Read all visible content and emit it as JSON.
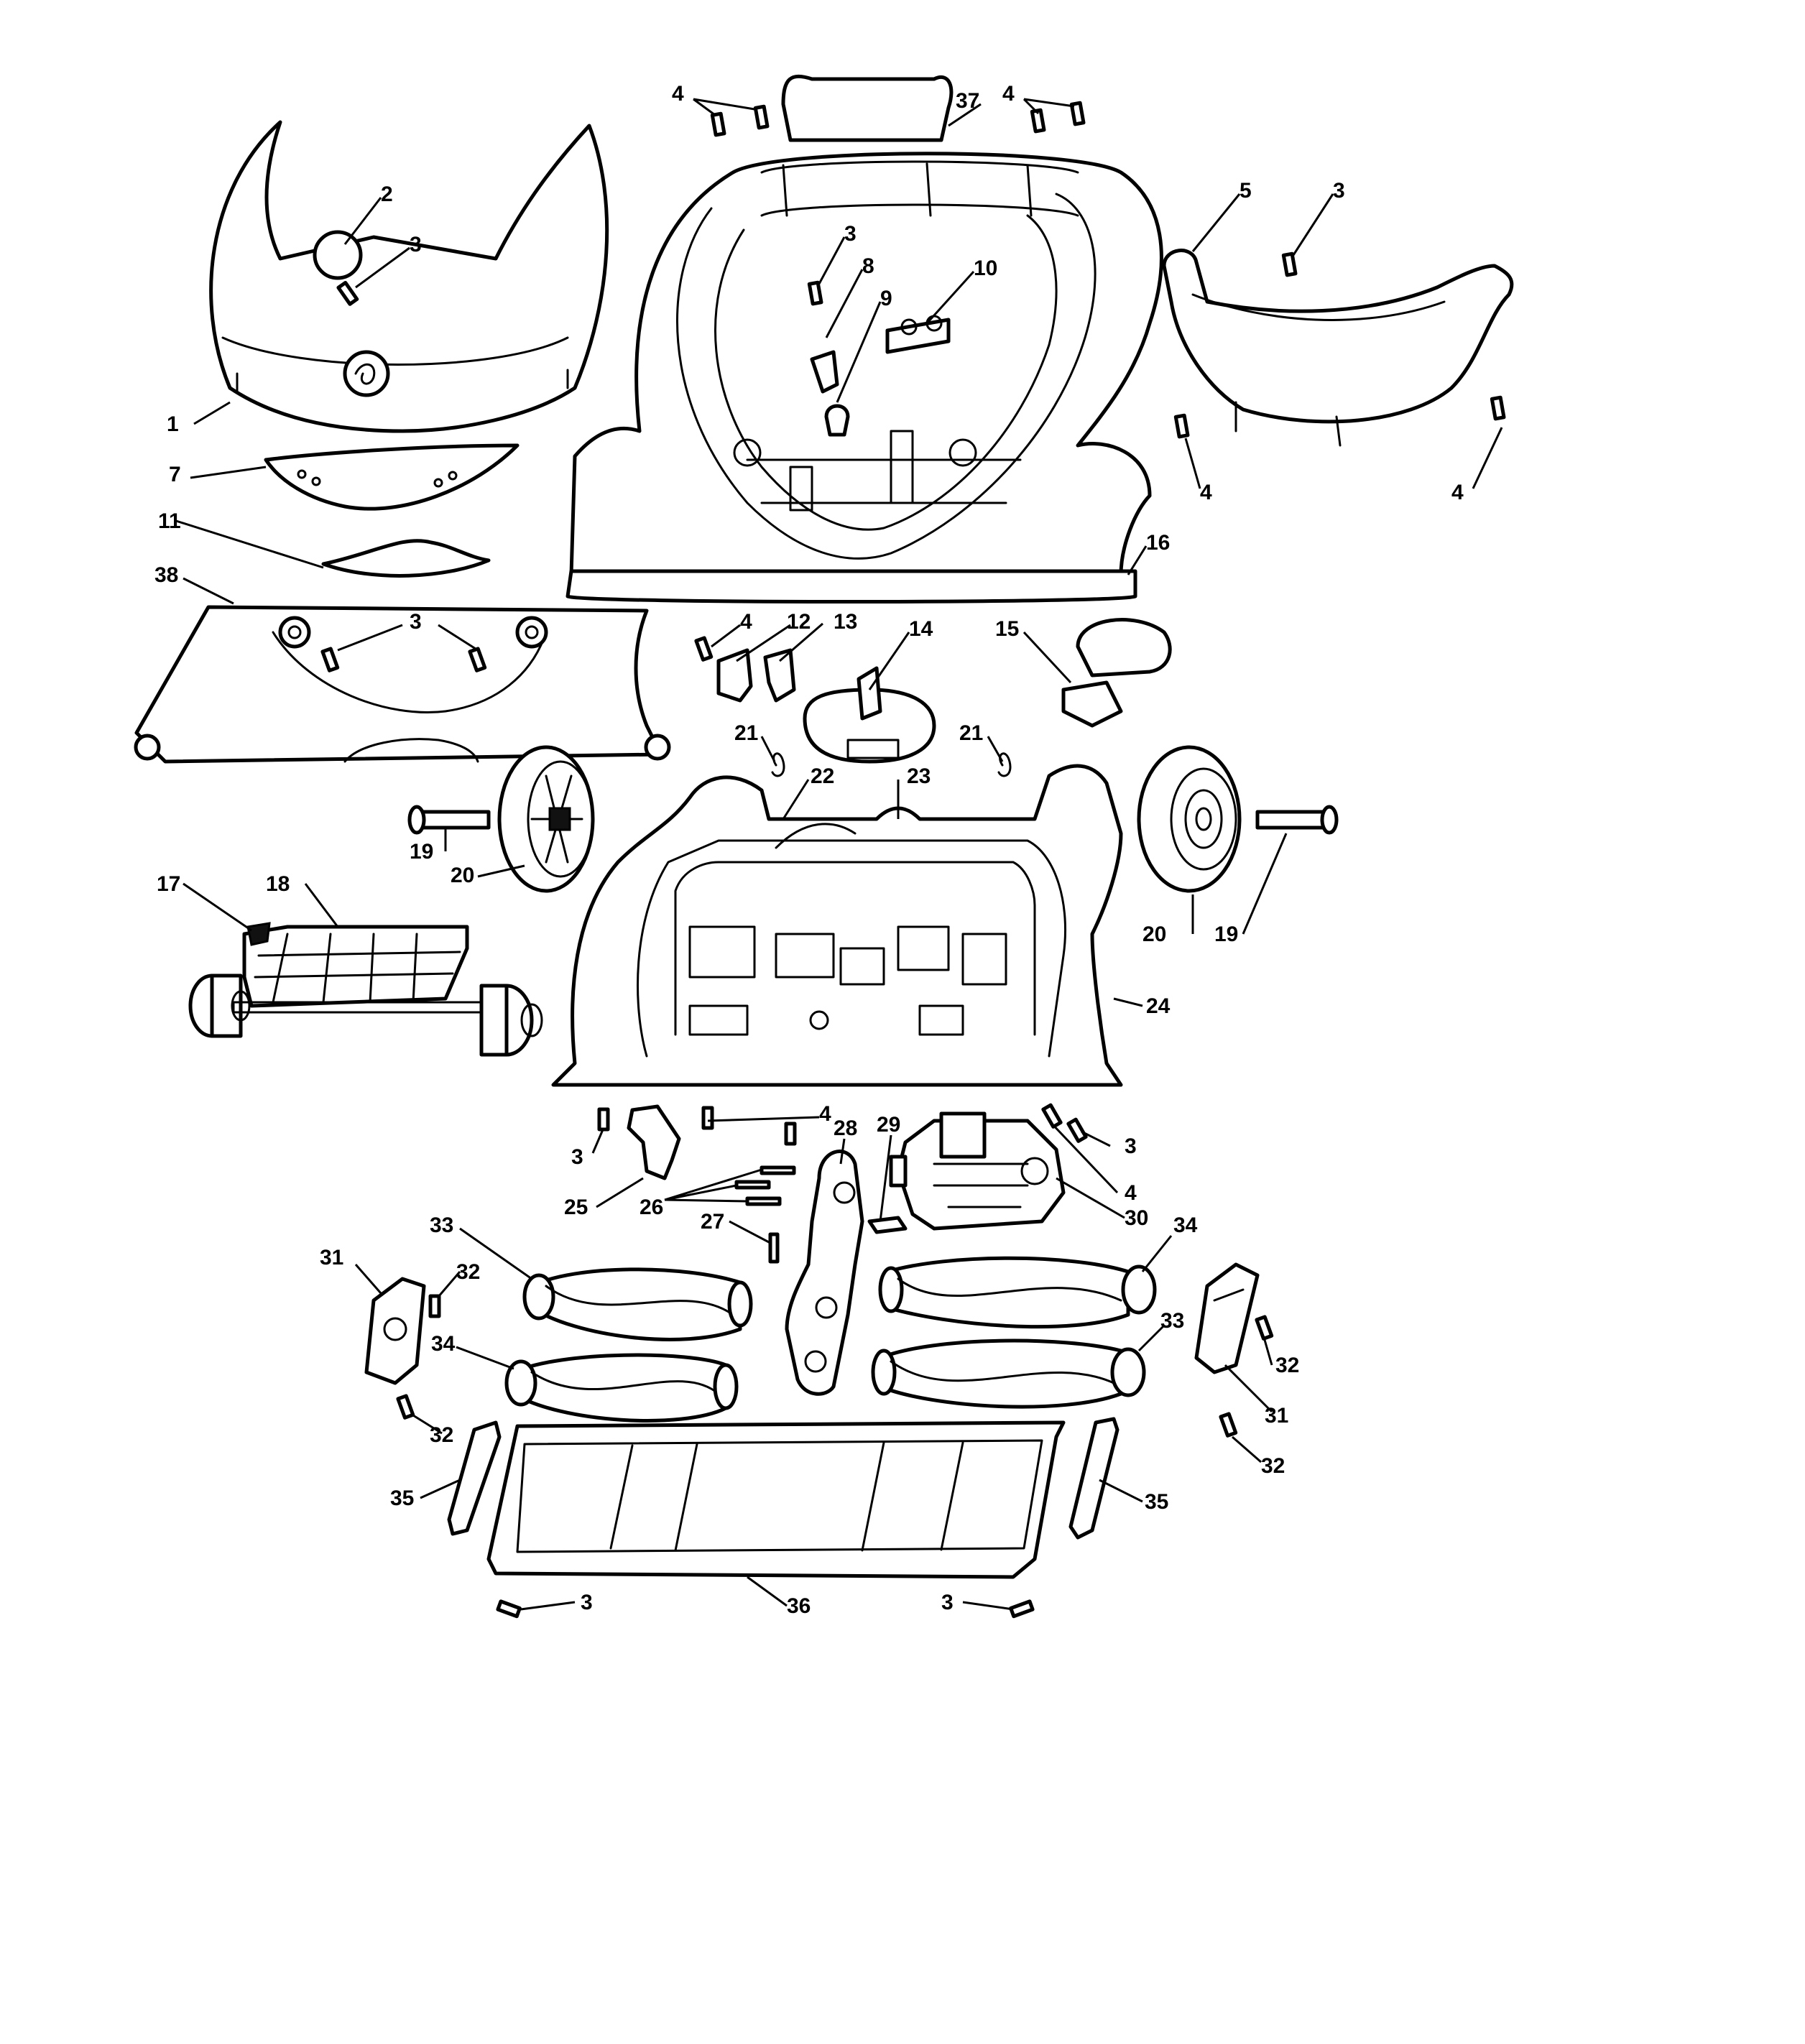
{
  "callouts": [
    {
      "id": "c1",
      "text": "1"
    },
    {
      "id": "c2",
      "text": "2"
    },
    {
      "id": "c3a",
      "text": "3"
    },
    {
      "id": "c4a",
      "text": "4"
    },
    {
      "id": "c37",
      "text": "37"
    },
    {
      "id": "c4b",
      "text": "4"
    },
    {
      "id": "c3b",
      "text": "3"
    },
    {
      "id": "c8",
      "text": "8"
    },
    {
      "id": "c9",
      "text": "9"
    },
    {
      "id": "c10",
      "text": "10"
    },
    {
      "id": "c5",
      "text": "5"
    },
    {
      "id": "c3c",
      "text": "3"
    },
    {
      "id": "c4c",
      "text": "4"
    },
    {
      "id": "c4d",
      "text": "4"
    },
    {
      "id": "c7",
      "text": "7"
    },
    {
      "id": "c11",
      "text": "11"
    },
    {
      "id": "c16",
      "text": "16"
    },
    {
      "id": "c38",
      "text": "38"
    },
    {
      "id": "c3d",
      "text": "3"
    },
    {
      "id": "c4e",
      "text": "4"
    },
    {
      "id": "c12",
      "text": "12"
    },
    {
      "id": "c13",
      "text": "13"
    },
    {
      "id": "c14",
      "text": "14"
    },
    {
      "id": "c15",
      "text": "15"
    },
    {
      "id": "c21a",
      "text": "21"
    },
    {
      "id": "c22",
      "text": "22"
    },
    {
      "id": "c23",
      "text": "23"
    },
    {
      "id": "c21b",
      "text": "21"
    },
    {
      "id": "c19a",
      "text": "19"
    },
    {
      "id": "c20a",
      "text": "20"
    },
    {
      "id": "c20b",
      "text": "20"
    },
    {
      "id": "c19b",
      "text": "19"
    },
    {
      "id": "c17",
      "text": "17"
    },
    {
      "id": "c18",
      "text": "18"
    },
    {
      "id": "c24",
      "text": "24"
    },
    {
      "id": "c3e",
      "text": "3"
    },
    {
      "id": "c4f",
      "text": "4"
    },
    {
      "id": "c3f",
      "text": "3"
    },
    {
      "id": "c4g",
      "text": "4"
    },
    {
      "id": "c28",
      "text": "28"
    },
    {
      "id": "c29",
      "text": "29"
    },
    {
      "id": "c25",
      "text": "25"
    },
    {
      "id": "c26",
      "text": "26"
    },
    {
      "id": "c27",
      "text": "27"
    },
    {
      "id": "c30",
      "text": "30"
    },
    {
      "id": "c33a",
      "text": "33"
    },
    {
      "id": "c34a",
      "text": "34"
    },
    {
      "id": "c31a",
      "text": "31"
    },
    {
      "id": "c32a",
      "text": "32"
    },
    {
      "id": "c34b",
      "text": "34"
    },
    {
      "id": "c33b",
      "text": "33"
    },
    {
      "id": "c32b",
      "text": "32"
    },
    {
      "id": "c31b",
      "text": "31"
    },
    {
      "id": "c32c",
      "text": "32"
    },
    {
      "id": "c32d",
      "text": "32"
    },
    {
      "id": "c35a",
      "text": "35"
    },
    {
      "id": "c35b",
      "text": "35"
    },
    {
      "id": "c3g",
      "text": "3"
    },
    {
      "id": "c36",
      "text": "36"
    },
    {
      "id": "c3h",
      "text": "3"
    }
  ]
}
